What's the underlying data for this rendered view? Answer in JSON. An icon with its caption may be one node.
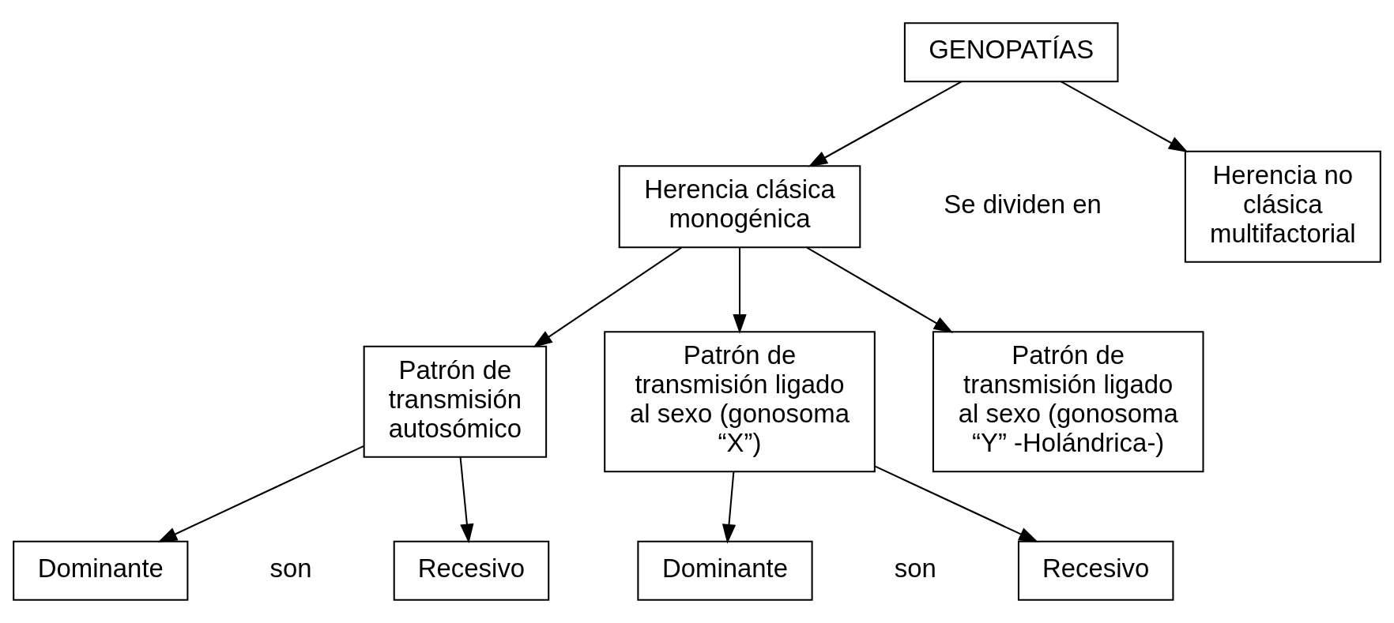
{
  "diagram": {
    "nodes": [
      {
        "text": [
          "GENOPATÍAS"
        ]
      },
      {
        "text": [
          "Herencia clásica monogénica"
        ]
      },
      {
        "text": [
          "Herencia no clásica multifactorial"
        ]
      },
      {
        "text": [
          "Patrón de transmisión autosómico"
        ]
      },
      {
        "text": [
          "Patrón de transmisión ligado al sexo (gonosoma “X”)"
        ]
      },
      {
        "text": [
          "Patrón de transmisión ligado al sexo (gonosoma “Y” -Holándrica-)"
        ]
      },
      {
        "text": [
          "Dominante"
        ]
      },
      {
        "text": [
          "Recesivo"
        ]
      },
      {
        "text": [
          "Dominante"
        ]
      },
      {
        "text": [
          "Recesivo"
        ]
      }
    ],
    "edges": [
      {
        "from": 0,
        "to": 1,
        "arrow": "to"
      },
      {
        "from": 0,
        "to": 2,
        "arrow": "to"
      },
      {
        "from": 1,
        "to": 3,
        "arrow": "to"
      },
      {
        "from": 1,
        "to": 4,
        "arrow": "to"
      },
      {
        "from": 1,
        "to": 5,
        "arrow": "to"
      },
      {
        "from": 3,
        "to": 6,
        "arrow": "to"
      },
      {
        "from": 3,
        "to": 7,
        "arrow": "to"
      },
      {
        "from": 4,
        "to": 8,
        "arrow": "to"
      },
      {
        "from": 4,
        "to": 9,
        "arrow": "to"
      }
    ],
    "labels": [
      "Se dividen en",
      "son",
      "son"
    ]
  }
}
